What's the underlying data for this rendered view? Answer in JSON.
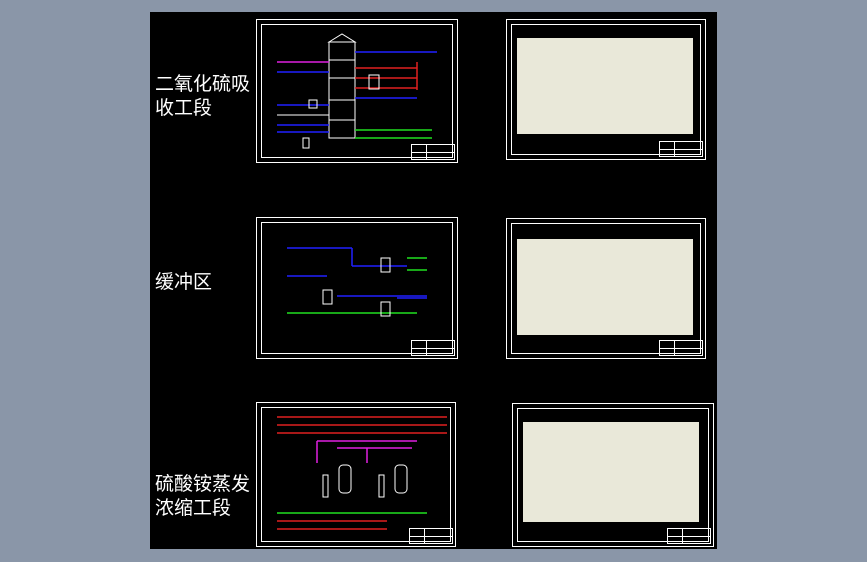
{
  "sections": [
    {
      "id": "so2",
      "label": "二氧化硫吸收工段"
    },
    {
      "id": "buffer",
      "label": "缓冲区"
    },
    {
      "id": "evap",
      "label": "硫酸铵蒸发浓缩工段"
    }
  ],
  "colors": {
    "background": "#8a96a8",
    "canvas": "#000000",
    "line_blue": "#2020ff",
    "line_green": "#20e020",
    "line_red": "#e02020",
    "line_magenta": "#e020e0",
    "line_white": "#ffffff",
    "table_paper": "#e9e8d9"
  }
}
